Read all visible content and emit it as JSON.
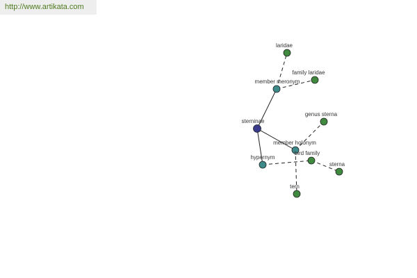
{
  "header": {
    "url": "http://www.artikata.com"
  },
  "colors": {
    "root_node": "#3a3a8c",
    "relation_node": "#3d8a8a",
    "leaf_node": "#3f8a3f",
    "url_text": "#4f7a20"
  },
  "graph": {
    "nodes": [
      {
        "id": "sterninae",
        "label": "sterninae",
        "kind": "root"
      },
      {
        "id": "member_meronym",
        "label": "member meronym",
        "kind": "relation"
      },
      {
        "id": "member_holonym",
        "label": "member holonym",
        "kind": "relation"
      },
      {
        "id": "hypernym",
        "label": "hypernym",
        "kind": "relation"
      },
      {
        "id": "laridae",
        "label": "laridae",
        "kind": "leaf"
      },
      {
        "id": "family_laridae",
        "label": "family laridae",
        "kind": "leaf"
      },
      {
        "id": "genus_sterna",
        "label": "genus sterna",
        "kind": "leaf"
      },
      {
        "id": "bird_family",
        "label": "bird family",
        "kind": "leaf"
      },
      {
        "id": "sterna",
        "label": "sterna",
        "kind": "leaf"
      },
      {
        "id": "tern",
        "label": "tern",
        "kind": "leaf"
      }
    ],
    "edges": [
      {
        "from": "sterninae",
        "to": "member_meronym",
        "style": "solid"
      },
      {
        "from": "sterninae",
        "to": "member_holonym",
        "style": "solid"
      },
      {
        "from": "sterninae",
        "to": "hypernym",
        "style": "solid"
      },
      {
        "from": "member_meronym",
        "to": "laridae",
        "style": "dashed"
      },
      {
        "from": "member_meronym",
        "to": "family_laridae",
        "style": "dashed"
      },
      {
        "from": "member_holonym",
        "to": "genus_sterna",
        "style": "dashed"
      },
      {
        "from": "member_holonym",
        "to": "tern",
        "style": "dashed"
      },
      {
        "from": "hypernym",
        "to": "bird_family",
        "style": "dashed"
      },
      {
        "from": "bird_family",
        "to": "sterna",
        "style": "dashed"
      }
    ]
  }
}
